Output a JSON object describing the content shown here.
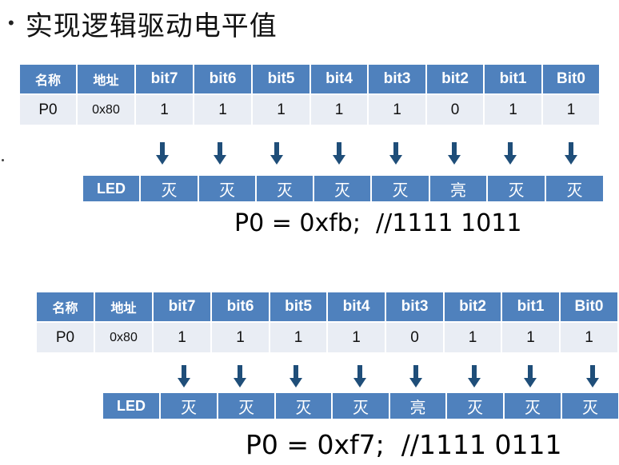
{
  "slide": {
    "bullet": "•",
    "title": "实现逻辑驱动电平值"
  },
  "colors": {
    "header_bg": "#4f81bd",
    "cell_bg": "#e9edf4",
    "arrow": "#1f4e79"
  },
  "icons": {
    "arrow": "down-arrow-icon"
  },
  "table1": {
    "headers": [
      "名称",
      "地址",
      "bit7",
      "bit6",
      "bit5",
      "bit4",
      "bit3",
      "bit2",
      "bit1",
      "Bit0"
    ],
    "row": [
      "P0",
      "0x80",
      "1",
      "1",
      "1",
      "1",
      "1",
      "0",
      "1",
      "1"
    ],
    "led": {
      "label": "LED",
      "states": [
        "灭",
        "灭",
        "灭",
        "灭",
        "灭",
        "亮",
        "灭",
        "灭"
      ]
    },
    "code": "P0 = 0xfb;  //1111 1011"
  },
  "table2": {
    "headers": [
      "名称",
      "地址",
      "bit7",
      "bit6",
      "bit5",
      "bit4",
      "bit3",
      "bit2",
      "bit1",
      "Bit0"
    ],
    "row": [
      "P0",
      "0x80",
      "1",
      "1",
      "1",
      "1",
      "0",
      "1",
      "1",
      "1"
    ],
    "led": {
      "label": "LED",
      "states": [
        "灭",
        "灭",
        "灭",
        "灭",
        "亮",
        "灭",
        "灭",
        "灭"
      ]
    },
    "code": "P0 = 0xf7;  //1111 0111"
  }
}
